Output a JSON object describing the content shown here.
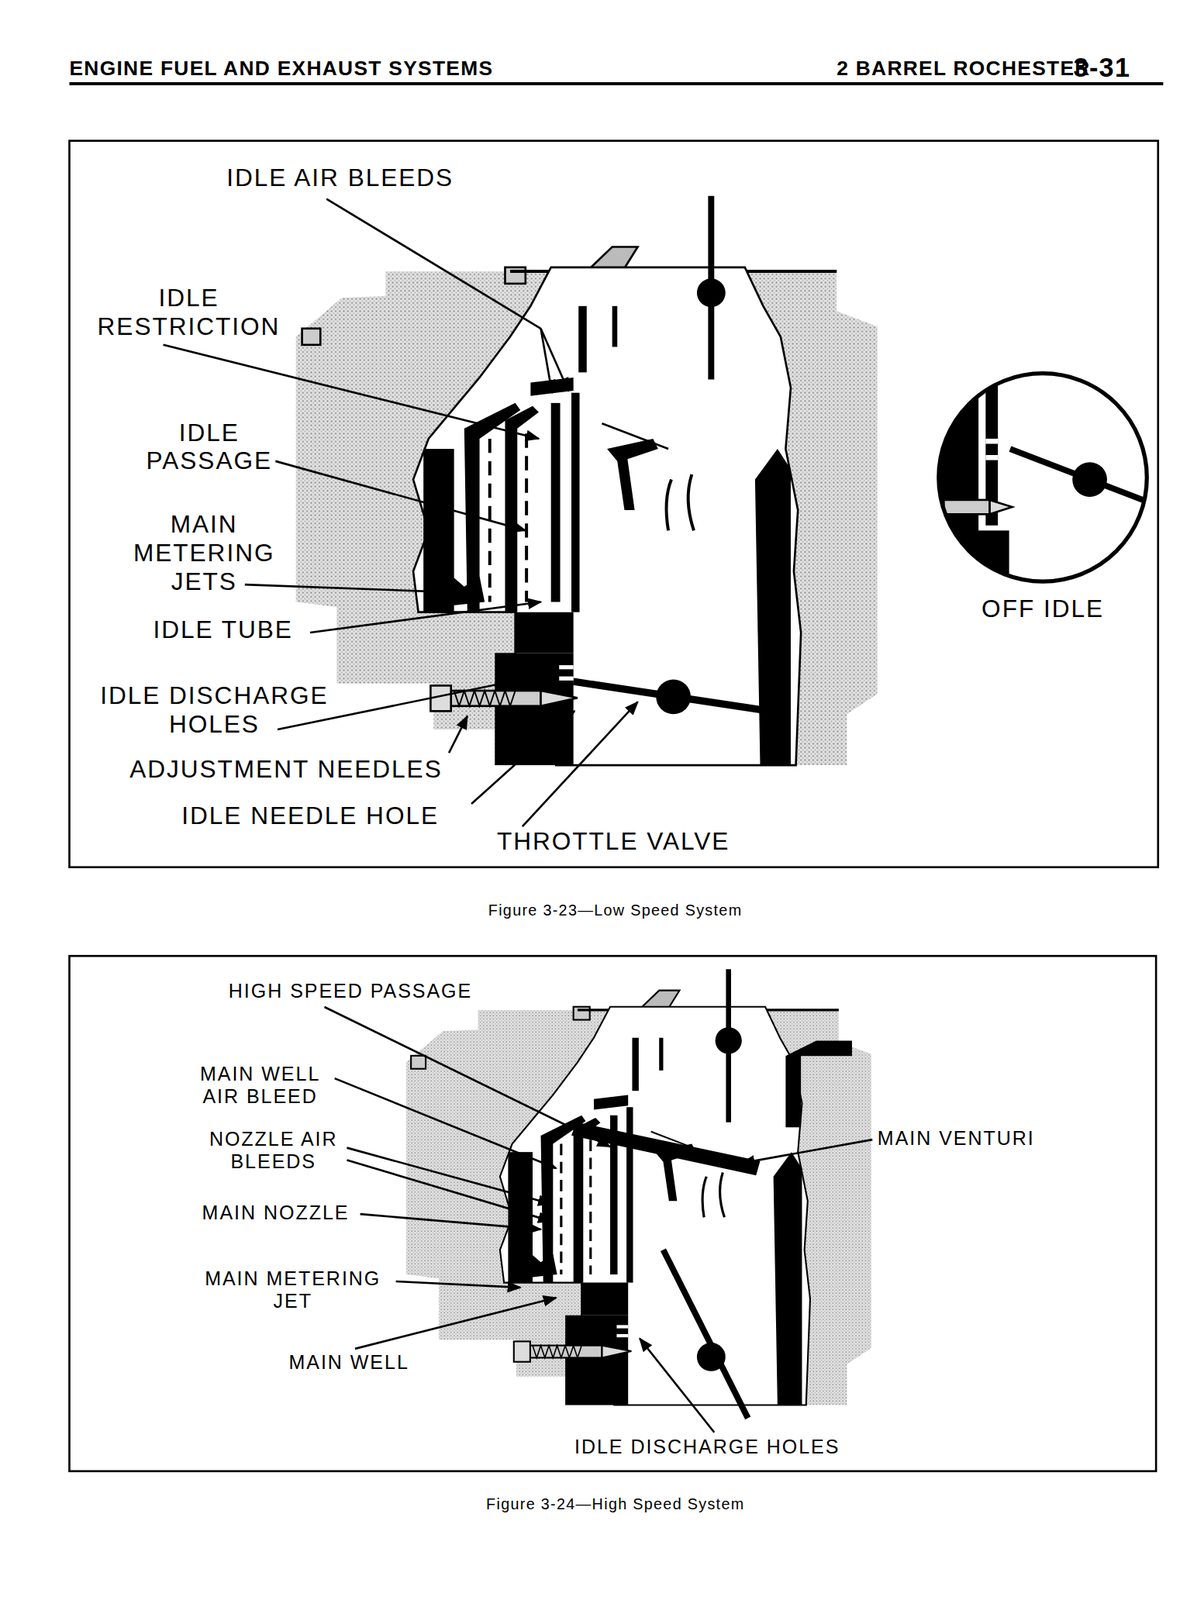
{
  "diagram": {
    "labels": [
      "ENGINE FUEL AND EXHAUST SYSTEMS",
      "2 BARREL ROCHESTER",
      "3-31",
      "IDLE AIR BLEEDS",
      "IDLE RESTRICTION",
      "IDLE PASSAGE",
      "MAIN METERING JETS",
      "IDLE TUBE",
      "IDLE DISCHARGE HOLES",
      "ADJUSTMENT NEEDLES",
      "IDLE NEEDLE HOLE",
      "THROTTLE VALVE",
      "OFF IDLE",
      "Figure 3-23—Low Speed System",
      "HIGH SPEED PASSAGE",
      "MAIN WELL AIR BLEED",
      "NOZZLE AIR BLEEDS",
      "MAIN NOZZLE",
      "MAIN METERING JET",
      "MAIN WELL",
      "MAIN VENTURI",
      "IDLE DISCHARGE HOLES",
      "Figure 3-24—High Speed System"
    ]
  }
}
